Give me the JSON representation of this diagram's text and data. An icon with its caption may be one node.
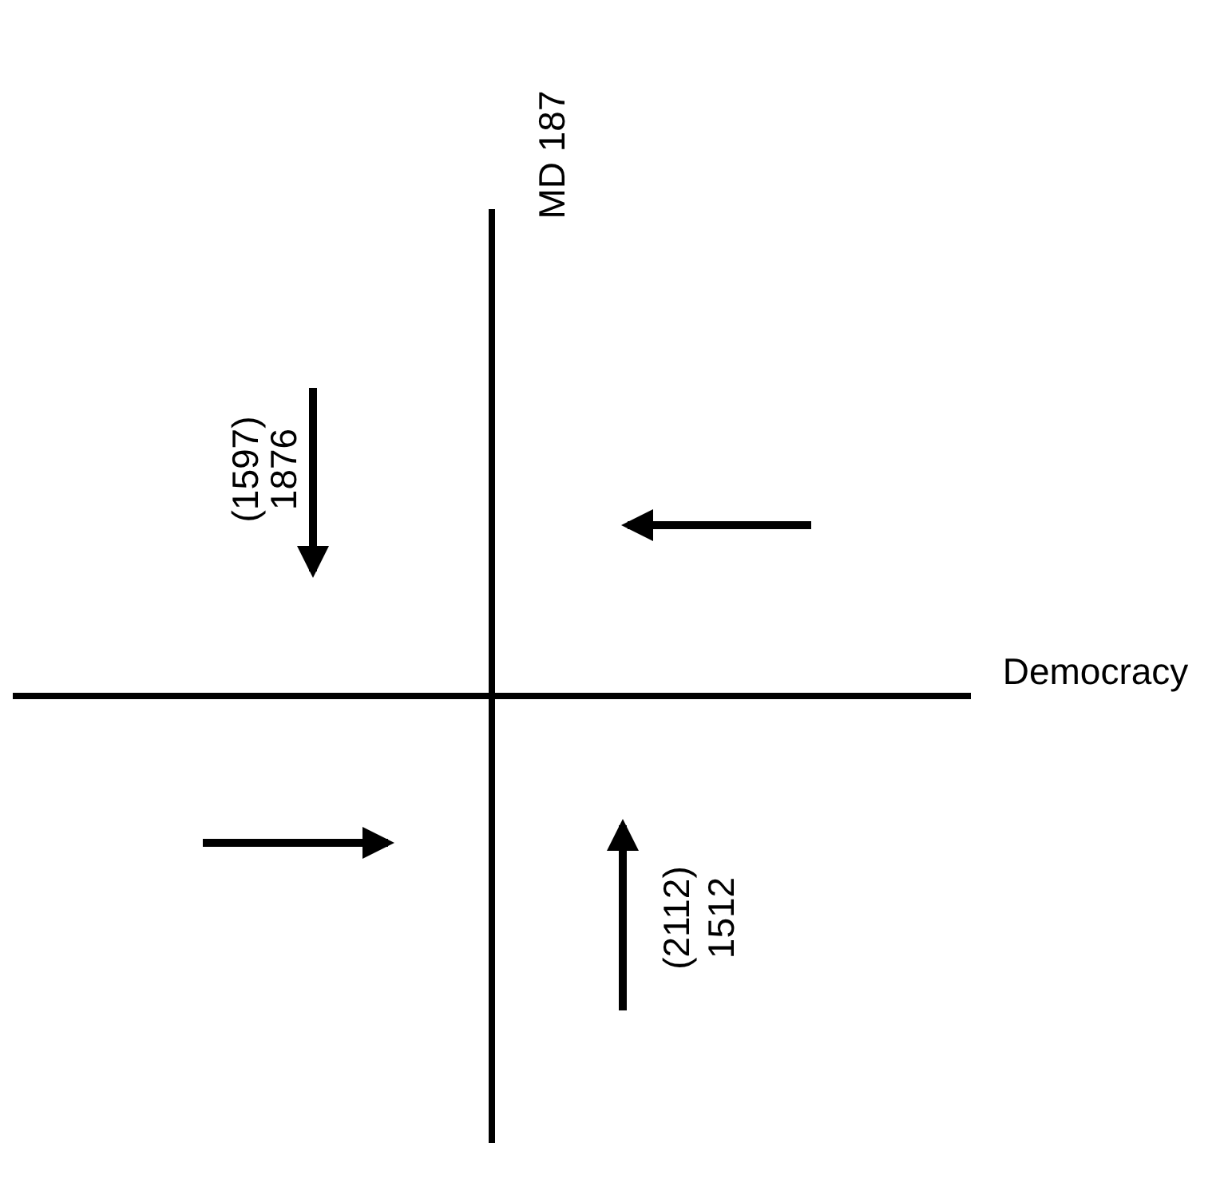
{
  "diagram": {
    "labels": [
      "MD 187",
      "(1597)",
      "1876",
      "Democracy",
      "(2112)",
      "1512"
    ]
  }
}
